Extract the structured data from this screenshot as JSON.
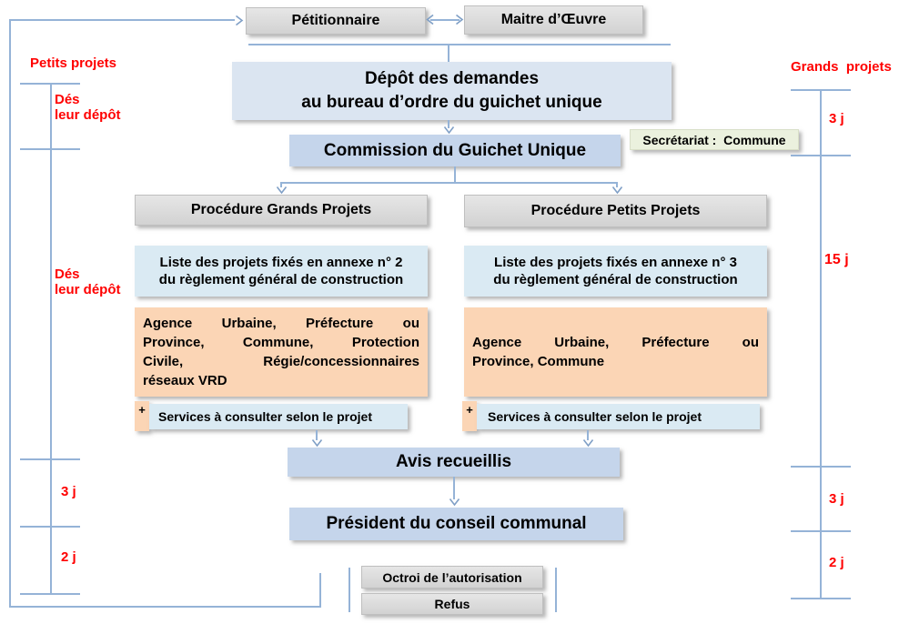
{
  "nodes": {
    "petitionnaire": "Pétitionnaire",
    "maitre_oeuvre": "Maitre d’Œuvre",
    "depot": {
      "line1": "Dépôt des demandes",
      "line2": "au bureau d’ordre du guichet unique"
    },
    "commission": "Commission du Guichet Unique",
    "secretariat": "Secrétariat :  Commune",
    "procedure_grands": "Procédure Grands Projets",
    "procedure_petits": "Procédure Petits Projets",
    "liste_grands": {
      "line1": "Liste des projets fixés en annexe n° 2",
      "line2": "du règlement général de construction"
    },
    "liste_petits": {
      "line1": "Liste des projets fixés en annexe n° 3",
      "line2": "du règlement général de construction"
    },
    "agences_grands": {
      "lines": [
        "Agence Urbaine, Préfecture ou",
        "Province, Commune, Protection",
        "Civile, Régie/concessionnaires",
        "réseaux VRD"
      ]
    },
    "agences_petits": {
      "lines": [
        "Agence Urbaine, Préfecture ou",
        "Province, Commune"
      ]
    },
    "plus": "+",
    "services": "Services à consulter selon le projet",
    "avis": "Avis recueillis",
    "president": "Président du conseil communal",
    "octroi": "Octroi de l’autorisation",
    "refus": "Refus"
  },
  "timeline_left": {
    "title": "Petits projets",
    "segment1": {
      "line1": "Dés",
      "line2": "leur dépôt"
    },
    "segment2": {
      "line1": "Dés",
      "line2": "leur dépôt"
    },
    "segment3": "3 j",
    "segment4": "2 j"
  },
  "timeline_right": {
    "title": "Grands  projets",
    "segment1": "3 j",
    "segment2": "15 j",
    "segment3": "3 j",
    "segment4": "2 j"
  },
  "colors": {
    "grey_box": "#d8d8d8",
    "blue_pale": "#dbe5f1",
    "blue_medium": "#c5d5eb",
    "blue_cyan": "#daeaf3",
    "orange": "#fbd5b5",
    "green_pale": "#ebf1de",
    "connector_blue": "#95b3d7",
    "label_red": "#ff0000",
    "text": "#000000"
  }
}
